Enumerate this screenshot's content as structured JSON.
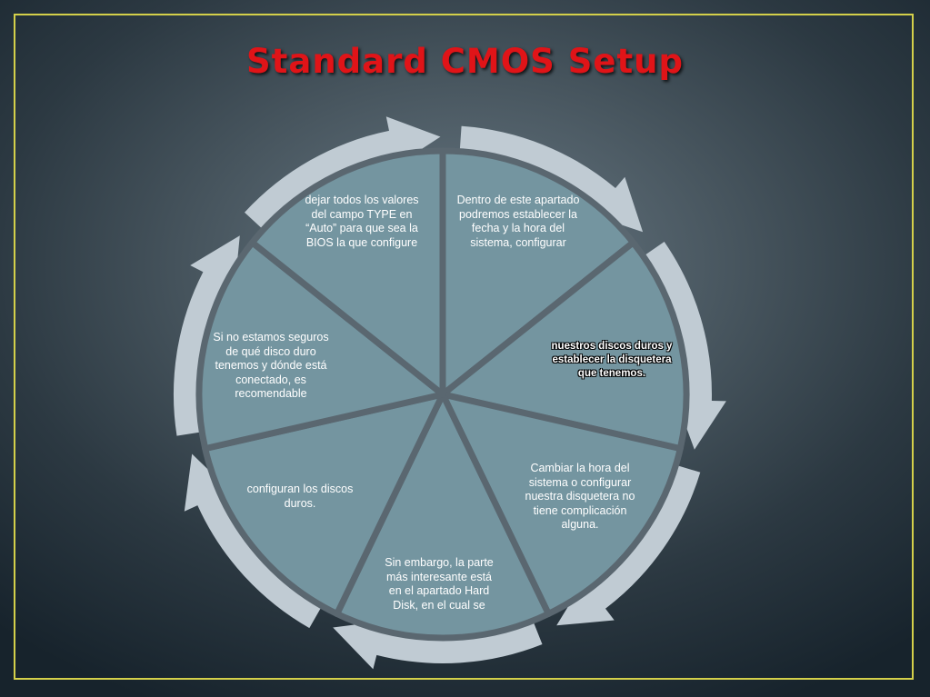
{
  "title": "Standard CMOS Setup",
  "segments": [
    "Dentro de este apartado podremos establecer la fecha y la hora del sistema, configurar",
    "nuestros discos duros y establecer la disquetera que tenemos.",
    "Cambiar la hora del sistema o configurar nuestra disquetera no tiene complicación alguna.",
    "Sin embargo, la parte más interesante está en el apartado Hard Disk, en el cual se",
    "configuran los discos duros.",
    "Si no estamos seguros de qué disco duro tenemos y dónde está conectado, es recomendable",
    "dejar todos los valores del campo TYPE en “Auto” para que sea la BIOS la que configure"
  ],
  "colors": {
    "title": "#e01418",
    "frame": "#d4d04a",
    "segment_fill": "#7495a0",
    "arrow_fill": "#c0cbd3",
    "divider": "#5a6770"
  }
}
